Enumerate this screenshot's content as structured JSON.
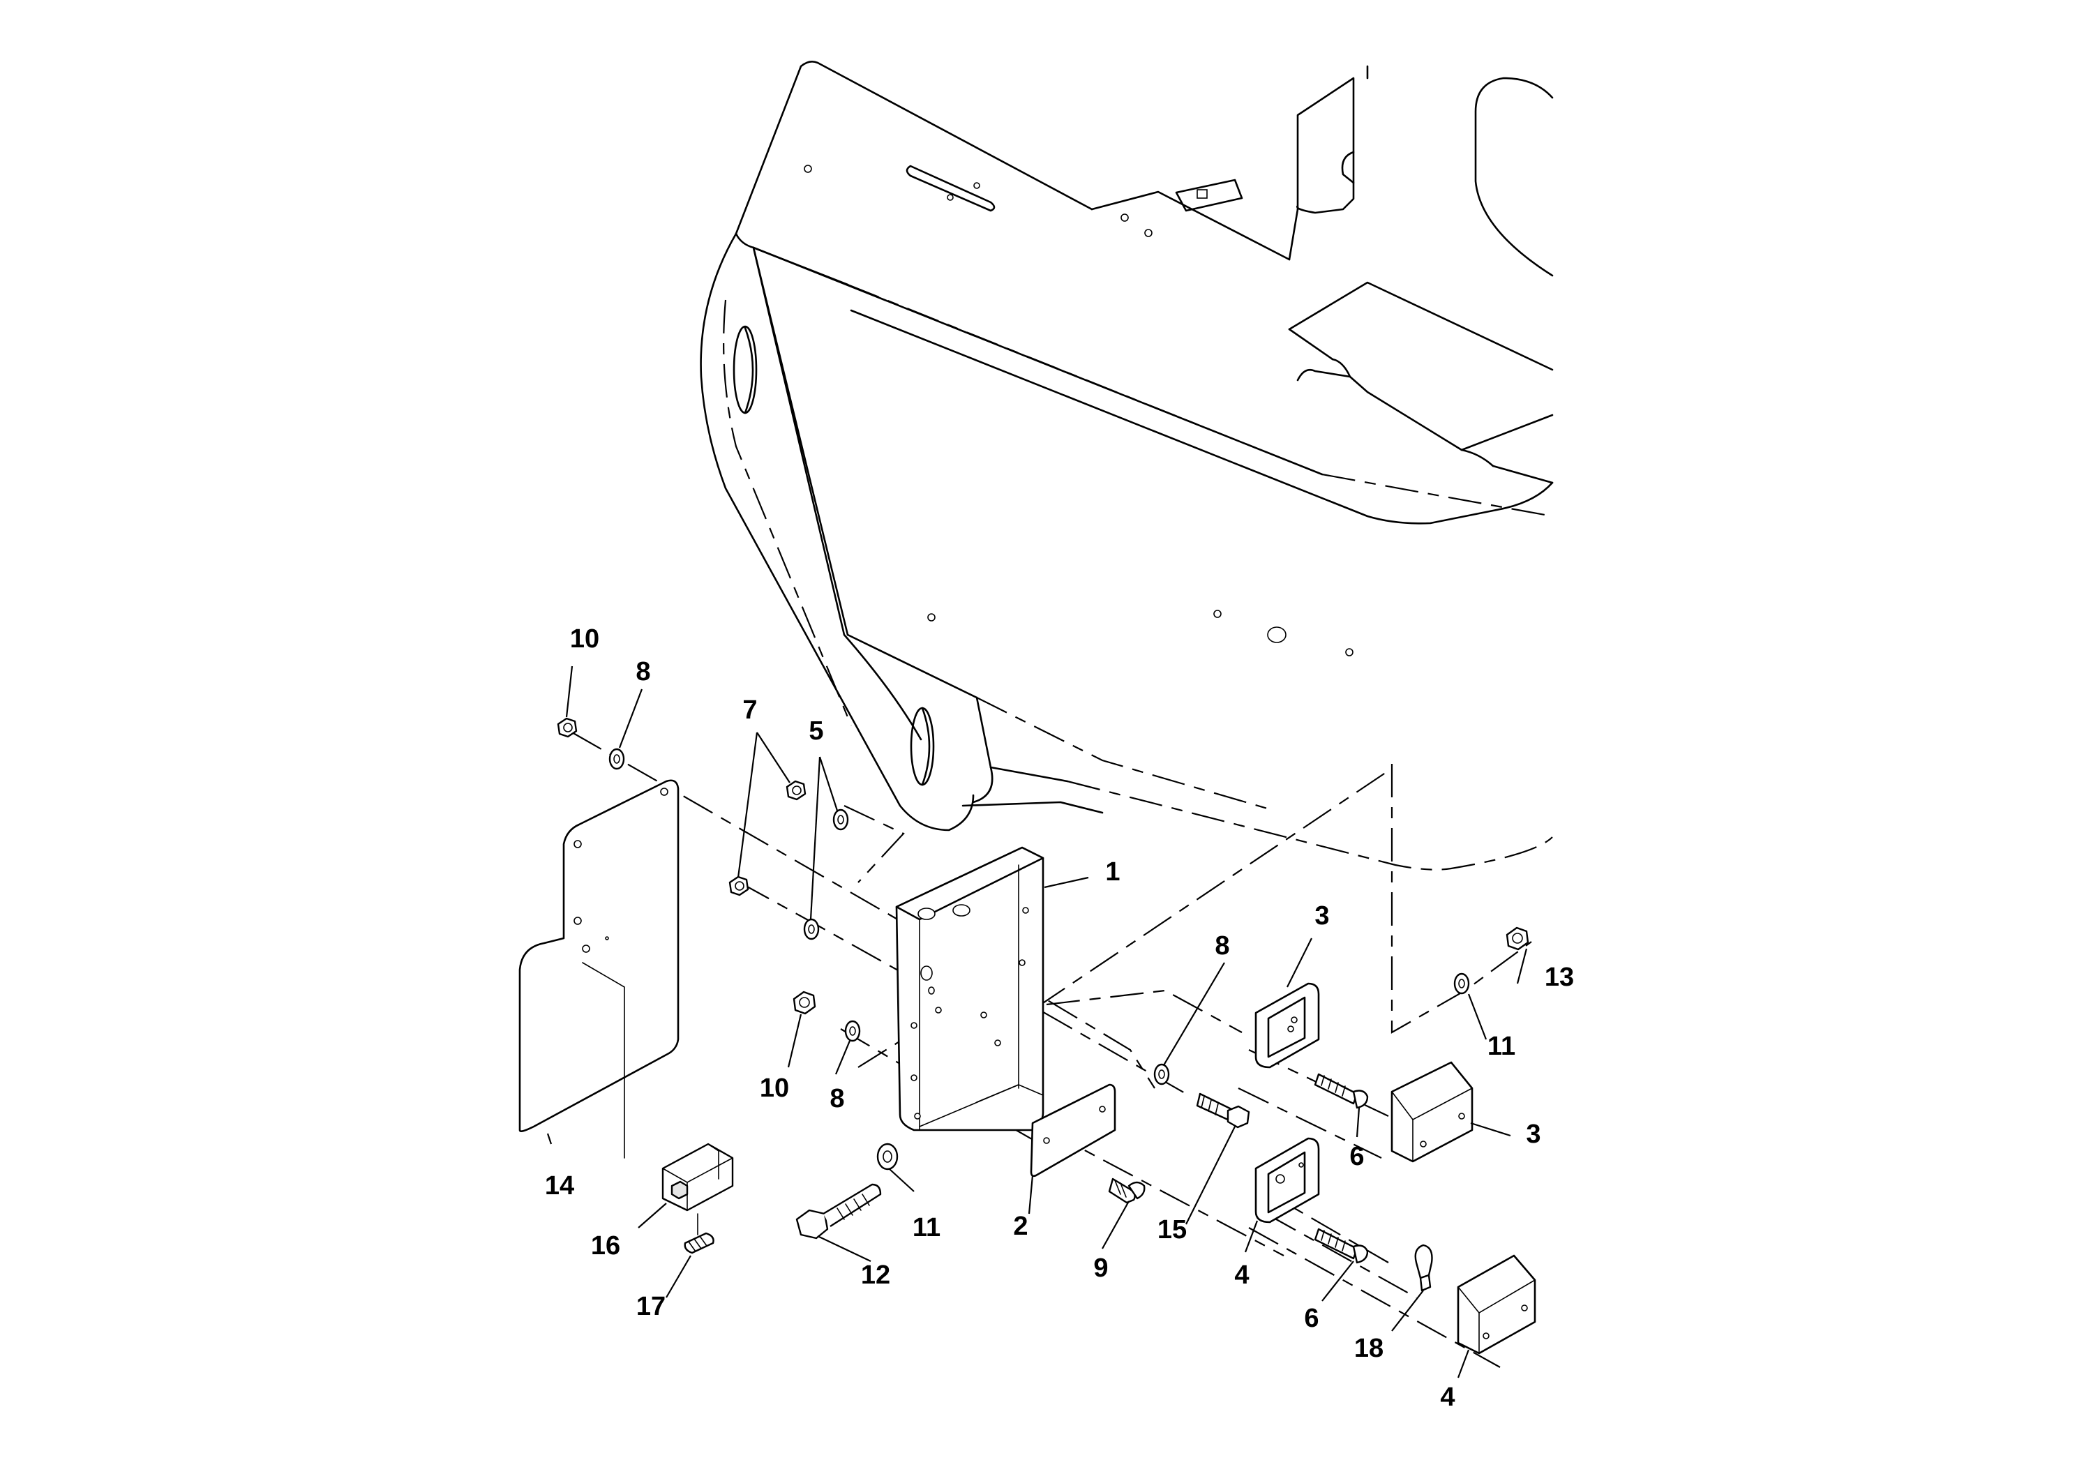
{
  "callouts": [
    {
      "label": "1"
    },
    {
      "label": "2"
    },
    {
      "label": "3"
    },
    {
      "label": "3"
    },
    {
      "label": "4"
    },
    {
      "label": "4"
    },
    {
      "label": "5"
    },
    {
      "label": "6"
    },
    {
      "label": "6"
    },
    {
      "label": "7"
    },
    {
      "label": "8"
    },
    {
      "label": "8"
    },
    {
      "label": "8"
    },
    {
      "label": "9"
    },
    {
      "label": "10"
    },
    {
      "label": "10"
    },
    {
      "label": "11"
    },
    {
      "label": "11"
    },
    {
      "label": "12"
    },
    {
      "label": "13"
    },
    {
      "label": "14"
    },
    {
      "label": "15"
    },
    {
      "label": "16"
    },
    {
      "label": "17"
    },
    {
      "label": "18"
    }
  ]
}
